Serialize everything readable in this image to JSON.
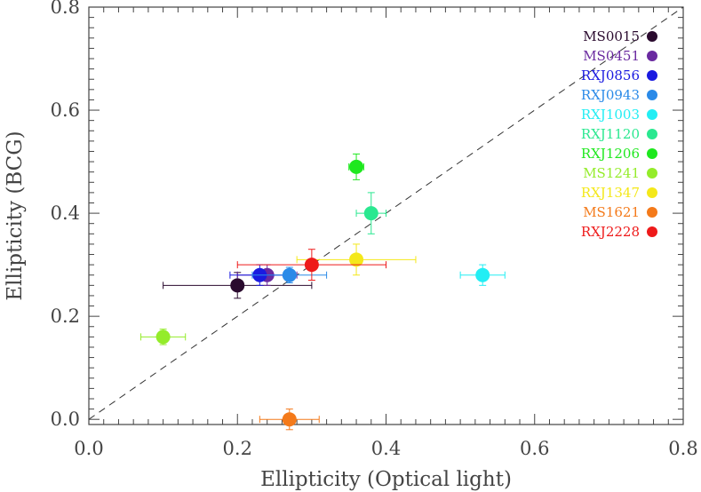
{
  "chart_data": {
    "type": "scatter",
    "title": "",
    "xlabel": "Ellipticity (Optical light)",
    "ylabel": "Ellipticity (BCG)",
    "xlim": [
      0.0,
      0.8
    ],
    "ylim": [
      -0.01,
      0.8
    ],
    "xticks": [
      "0.0",
      "0.2",
      "0.4",
      "0.6",
      "0.8"
    ],
    "yticks": [
      "0.0",
      "0.2",
      "0.4",
      "0.6",
      "0.8"
    ],
    "grid": false,
    "legend_position": "top-right",
    "reference_line": {
      "style": "dashed",
      "from": [
        0,
        0
      ],
      "to": [
        0.8,
        0.8
      ]
    },
    "series": [
      {
        "name": "MS0015",
        "color": "#2a0a2e",
        "x": 0.2,
        "y": 0.26,
        "xerr": 0.1,
        "yerr": 0.025
      },
      {
        "name": "MS0451",
        "color": "#6a2aa0",
        "x": 0.24,
        "y": 0.28,
        "xerr": 0.04,
        "yerr": 0.02
      },
      {
        "name": "RXJ0856",
        "color": "#1a1ae0",
        "x": 0.23,
        "y": 0.28,
        "xerr": 0.04,
        "yerr": 0.02
      },
      {
        "name": "RXJ0943",
        "color": "#2a8ae8",
        "x": 0.27,
        "y": 0.28,
        "xerr": 0.05,
        "yerr": 0.015
      },
      {
        "name": "RXJ1003",
        "color": "#22eef4",
        "x": 0.53,
        "y": 0.28,
        "xerr": 0.03,
        "yerr": 0.02
      },
      {
        "name": "RXJ1120",
        "color": "#2ae890",
        "x": 0.38,
        "y": 0.4,
        "xerr": 0.02,
        "yerr": 0.04
      },
      {
        "name": "RXJ1206",
        "color": "#1ee81e",
        "x": 0.36,
        "y": 0.49,
        "xerr": 0.01,
        "yerr": 0.025
      },
      {
        "name": "MS1241",
        "color": "#94ec2a",
        "x": 0.1,
        "y": 0.16,
        "xerr": 0.03,
        "yerr": 0.015
      },
      {
        "name": "RXJ1347",
        "color": "#f4e81a",
        "x": 0.36,
        "y": 0.31,
        "xerr": 0.08,
        "yerr": 0.03
      },
      {
        "name": "MS1621",
        "color": "#f47a1a",
        "x": 0.27,
        "y": 0.0,
        "xerr": 0.04,
        "yerr": 0.02
      },
      {
        "name": "RXJ2228",
        "color": "#ee1a1a",
        "x": 0.3,
        "y": 0.3,
        "xerr": 0.1,
        "yerr": 0.03
      }
    ]
  }
}
